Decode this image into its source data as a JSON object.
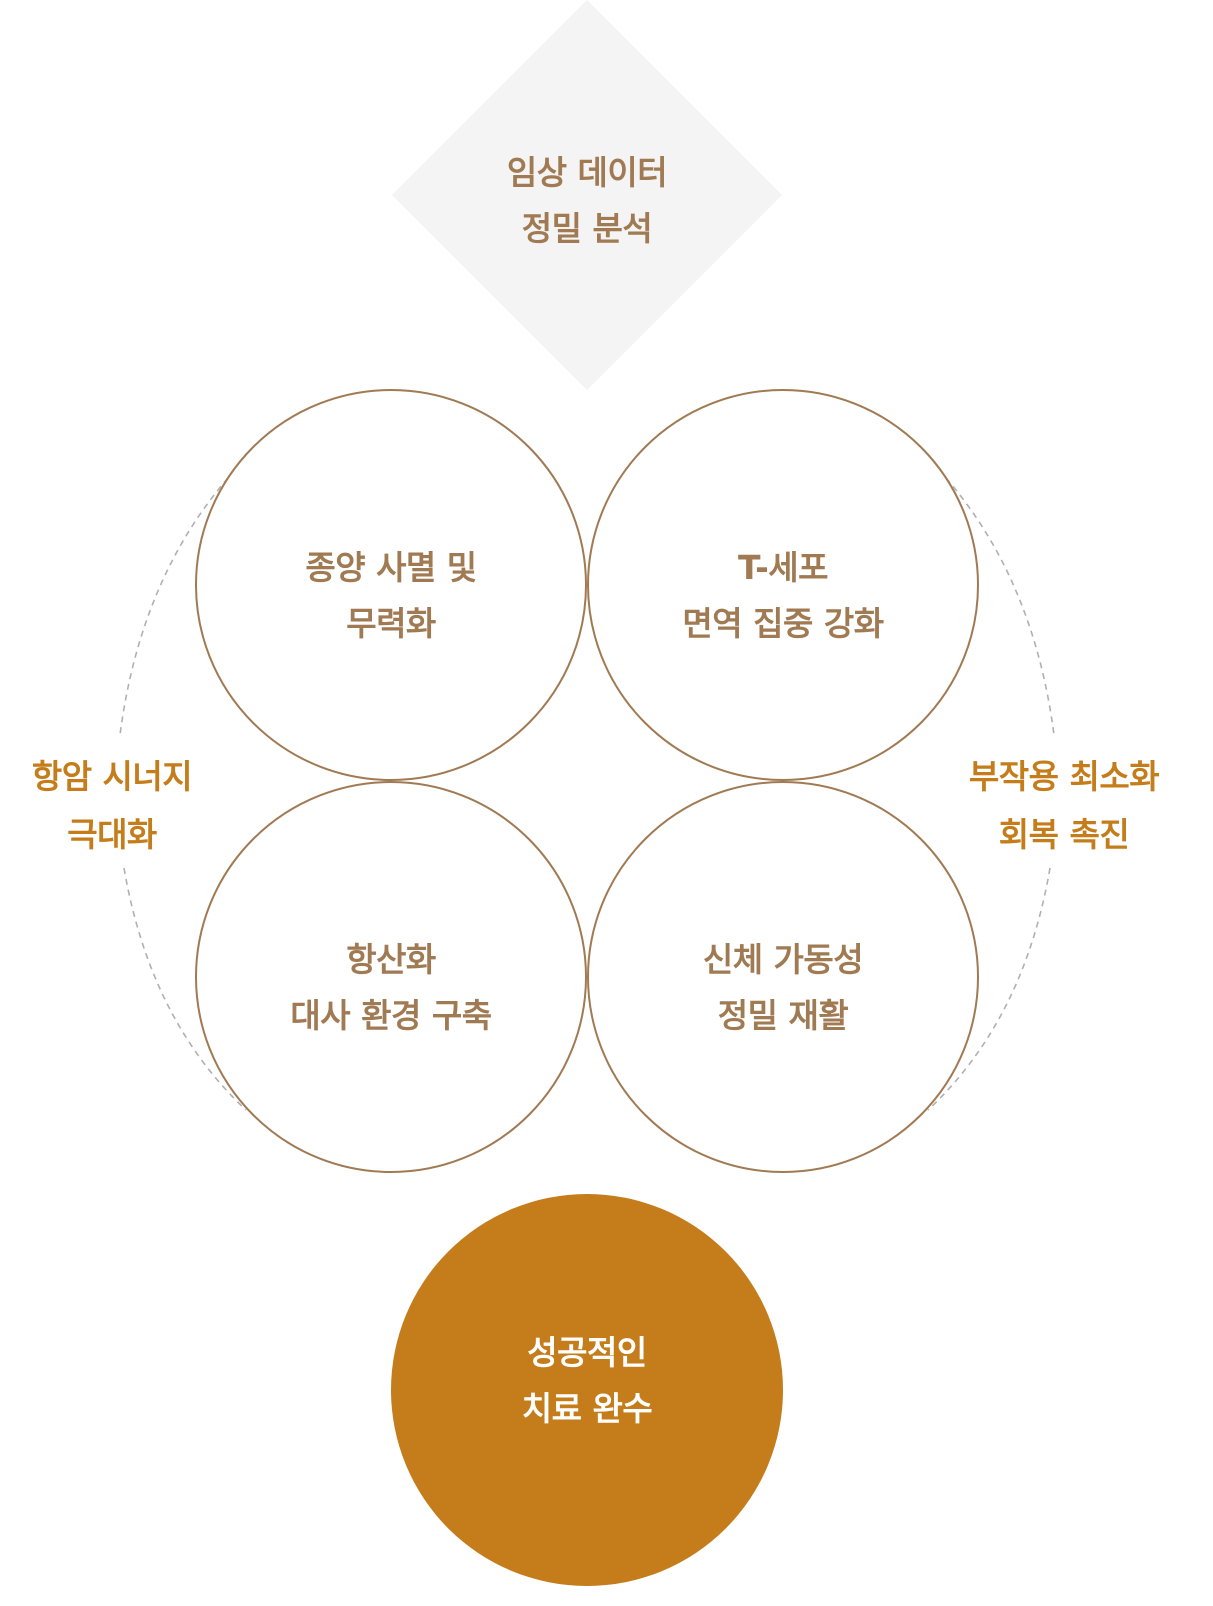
{
  "colors": {
    "diamond_fill": "#f4f4f4",
    "circle_stroke": "#a07a52",
    "node_text": "#a07a52",
    "accent": "#c47d1a",
    "accent_text": "#ffffff",
    "dashed_arc": "#b0b0b4"
  },
  "top_node": {
    "shape": "diamond",
    "line1": "임상 데이터",
    "line2": "정밀 분석"
  },
  "circles": [
    {
      "position": "top-left",
      "line1": "종양 사멸 및",
      "line2": "무력화"
    },
    {
      "position": "top-right",
      "line1": "T-세포",
      "line2": "면역 집중 강화"
    },
    {
      "position": "bottom-left",
      "line1": "항산화",
      "line2": "대사 환경 구축"
    },
    {
      "position": "bottom-right",
      "line1": "신체 가동성",
      "line2": "정밀 재활"
    }
  ],
  "side_labels": {
    "left": {
      "line1": "항암 시너지",
      "line2": "극대화"
    },
    "right": {
      "line1": "부작용 최소화",
      "line2": "회복 촉진"
    }
  },
  "result_node": {
    "shape": "filled-circle",
    "line1": "성공적인",
    "line2": "치료 완수"
  }
}
